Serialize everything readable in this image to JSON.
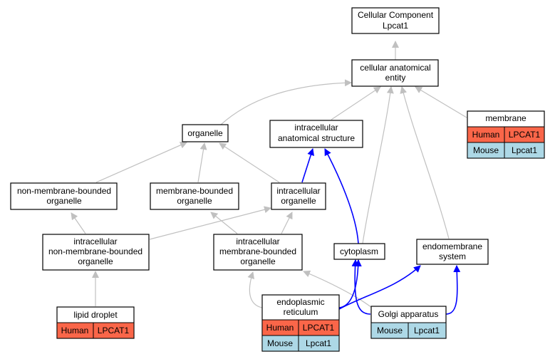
{
  "colors": {
    "gray_edge": "#c0c0c0",
    "blue_edge": "#0000ff",
    "human_cell": "#fa6649",
    "mouse_cell": "#add8e6"
  },
  "nodes": {
    "cellular_component": {
      "lines": [
        "Cellular Component",
        "Lpcat1"
      ]
    },
    "cellular_anatomical_entity": {
      "lines": [
        "cellular anatomical",
        "entity"
      ]
    },
    "organelle": {
      "lines": [
        "organelle"
      ]
    },
    "intracellular_anatomical_structure": {
      "lines": [
        "intracellular",
        "anatomical structure"
      ]
    },
    "membrane": {
      "lines": [
        "membrane"
      ],
      "rows": [
        [
          "Human",
          "LPCAT1"
        ],
        [
          "Mouse",
          "Lpcat1"
        ]
      ]
    },
    "non_membrane_bounded_organelle": {
      "lines": [
        "non-membrane-bounded",
        "organelle"
      ]
    },
    "membrane_bounded_organelle": {
      "lines": [
        "membrane-bounded",
        "organelle"
      ]
    },
    "intracellular_organelle": {
      "lines": [
        "intracellular",
        "organelle"
      ]
    },
    "intracellular_non_membrane_bounded_organelle": {
      "lines": [
        "intracellular",
        "non-membrane-bounded",
        "organelle"
      ]
    },
    "intracellular_membrane_bounded_organelle": {
      "lines": [
        "intracellular",
        "membrane-bounded",
        "organelle"
      ]
    },
    "cytoplasm": {
      "lines": [
        "cytoplasm"
      ]
    },
    "endomembrane_system": {
      "lines": [
        "endomembrane",
        "system"
      ]
    },
    "lipid_droplet": {
      "lines": [
        "lipid droplet"
      ],
      "rows": [
        [
          "Human",
          "LPCAT1"
        ]
      ]
    },
    "endoplasmic_reticulum": {
      "lines": [
        "endoplasmic",
        "reticulum"
      ],
      "rows": [
        [
          "Human",
          "LPCAT1"
        ],
        [
          "Mouse",
          "Lpcat1"
        ]
      ]
    },
    "golgi_apparatus": {
      "lines": [
        "Golgi apparatus"
      ],
      "rows": [
        [
          "Mouse",
          "Lpcat1"
        ]
      ]
    }
  },
  "edges": [
    {
      "from": "cellular_anatomical_entity",
      "to": "cellular_component",
      "type": "gray"
    },
    {
      "from": "organelle",
      "to": "cellular_anatomical_entity",
      "type": "gray"
    },
    {
      "from": "intracellular_anatomical_structure",
      "to": "cellular_anatomical_entity",
      "type": "gray"
    },
    {
      "from": "membrane",
      "to": "cellular_anatomical_entity",
      "type": "gray"
    },
    {
      "from": "cytoplasm",
      "to": "cellular_anatomical_entity",
      "type": "gray"
    },
    {
      "from": "endomembrane_system",
      "to": "cellular_anatomical_entity",
      "type": "gray"
    },
    {
      "from": "non_membrane_bounded_organelle",
      "to": "organelle",
      "type": "gray"
    },
    {
      "from": "membrane_bounded_organelle",
      "to": "organelle",
      "type": "gray"
    },
    {
      "from": "intracellular_organelle",
      "to": "organelle",
      "type": "gray"
    },
    {
      "from": "intracellular_organelle",
      "to": "intracellular_anatomical_structure",
      "type": "blue"
    },
    {
      "from": "cytoplasm",
      "to": "intracellular_anatomical_structure",
      "type": "blue"
    },
    {
      "from": "intracellular_non_membrane_bounded_organelle",
      "to": "non_membrane_bounded_organelle",
      "type": "gray"
    },
    {
      "from": "intracellular_non_membrane_bounded_organelle",
      "to": "intracellular_organelle",
      "type": "gray"
    },
    {
      "from": "intracellular_membrane_bounded_organelle",
      "to": "membrane_bounded_organelle",
      "type": "gray"
    },
    {
      "from": "intracellular_membrane_bounded_organelle",
      "to": "intracellular_organelle",
      "type": "gray"
    },
    {
      "from": "lipid_droplet",
      "to": "intracellular_non_membrane_bounded_organelle",
      "type": "gray"
    },
    {
      "from": "endoplasmic_reticulum",
      "to": "intracellular_membrane_bounded_organelle",
      "type": "gray"
    },
    {
      "from": "golgi_apparatus",
      "to": "intracellular_membrane_bounded_organelle",
      "type": "gray"
    },
    {
      "from": "endoplasmic_reticulum",
      "to": "cytoplasm",
      "type": "blue"
    },
    {
      "from": "endoplasmic_reticulum",
      "to": "endomembrane_system",
      "type": "blue"
    },
    {
      "from": "golgi_apparatus",
      "to": "cytoplasm",
      "type": "blue"
    },
    {
      "from": "golgi_apparatus",
      "to": "endomembrane_system",
      "type": "blue"
    }
  ]
}
